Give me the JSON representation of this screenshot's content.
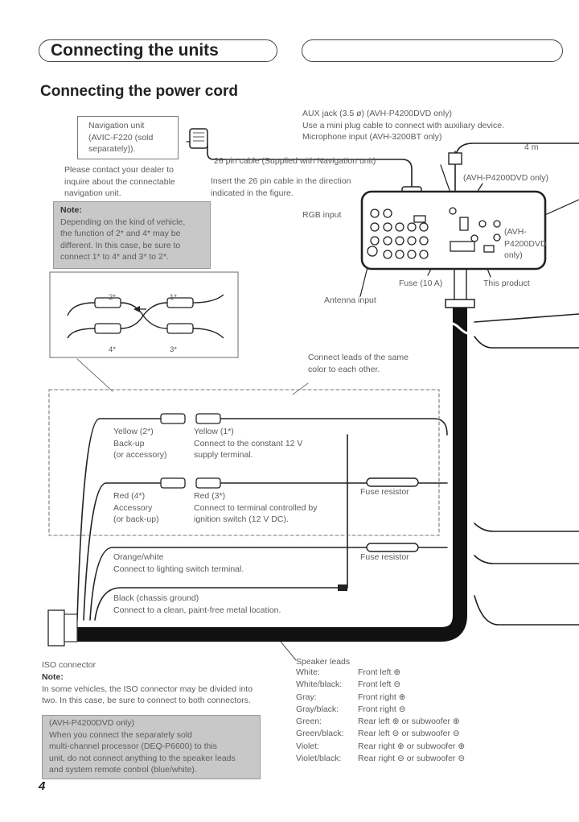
{
  "header": {
    "title": "Connecting the units"
  },
  "section_title": "Connecting the power cord",
  "nav_unit": {
    "lines": [
      "Navigation unit",
      "(AVIC-F220 (sold",
      "separately))."
    ]
  },
  "dealer_text": {
    "lines": [
      "Please contact your dealer to",
      "inquire about the connectable",
      "navigation unit."
    ]
  },
  "note_box": {
    "heading": "Note:",
    "lines": [
      "Depending on the kind of vehicle,",
      "the function of 2* and 4* may be",
      "different. In this case, be sure to",
      "connect 1* to 4* and 3* to 2*."
    ]
  },
  "cable_text": {
    "line1": "26 pin cable (Supplied with Navigation unit)",
    "lines": [
      "Insert the 26 pin cable in the direction",
      "indicated in the figure."
    ]
  },
  "aux_text": {
    "lines": [
      "AUX jack (3.5 ø) (AVH-P4200DVD only)",
      "   Use a mini plug cable to connect with auxiliary device.",
      "Microphone input (AVH-3200BT only)"
    ]
  },
  "length_label": "4 m",
  "avh_only_1": "(AVH-P4200DVD only)",
  "avh_only_2": {
    "lines": [
      "(AVH-",
      "P4200DVD",
      "only)"
    ]
  },
  "rgb_label": "RGB input",
  "fuse_label": "Fuse (10 A)",
  "product_label": "This product",
  "antenna_label": "Antenna input",
  "swap_labels": {
    "a": "2*",
    "b": "1*",
    "c": "4*",
    "d": "3*"
  },
  "connect_same_color": {
    "lines": [
      "Connect leads of the same",
      "color to each other."
    ]
  },
  "leads": {
    "yellow2": [
      "Yellow (2*)",
      "Back-up",
      "(or accessory)"
    ],
    "yellow1": [
      "Yellow (1*)",
      "Connect to the constant 12 V",
      "supply terminal."
    ],
    "red4": [
      "Red (4*)",
      "Accessory",
      "(or back-up)"
    ],
    "red3": [
      "Red (3*)",
      "Connect to terminal controlled by",
      "ignition switch (12 V DC)."
    ],
    "orange": [
      "Orange/white",
      "Connect to lighting switch terminal."
    ],
    "black": [
      "Black (chassis ground)",
      "Connect to a clean, paint-free metal location."
    ]
  },
  "fuse_resistor_1": "Fuse resistor",
  "fuse_resistor_2": "Fuse resistor",
  "iso_label": "ISO connector",
  "iso_note": {
    "heading": "Note:",
    "lines": [
      "In some vehicles, the ISO connector may be divided into",
      "two. In this case, be sure to connect to both connectors."
    ]
  },
  "bottom_box": {
    "lines": [
      "(AVH-P4200DVD only)",
      "When you connect the separately sold",
      "multi-channel processor (DEQ-P6600) to this",
      "unit, do not connect anything to the speaker leads",
      "and system remote control (blue/white)."
    ]
  },
  "speaker": {
    "heading": "Speaker leads",
    "rows": [
      [
        "White:",
        "Front left ⊕"
      ],
      [
        "White/black:",
        "Front left ⊖"
      ],
      [
        "Gray:",
        "Front right ⊕"
      ],
      [
        "Gray/black:",
        "Front right ⊖"
      ],
      [
        "Green:",
        "Rear left ⊕ or subwoofer ⊕"
      ],
      [
        "Green/black:",
        "Rear left ⊖ or subwoofer ⊖"
      ],
      [
        "Violet:",
        "Rear right ⊕ or subwoofer ⊕"
      ],
      [
        "Violet/black:",
        "Rear right ⊖ or subwoofer ⊖"
      ]
    ]
  },
  "page_number": "4"
}
